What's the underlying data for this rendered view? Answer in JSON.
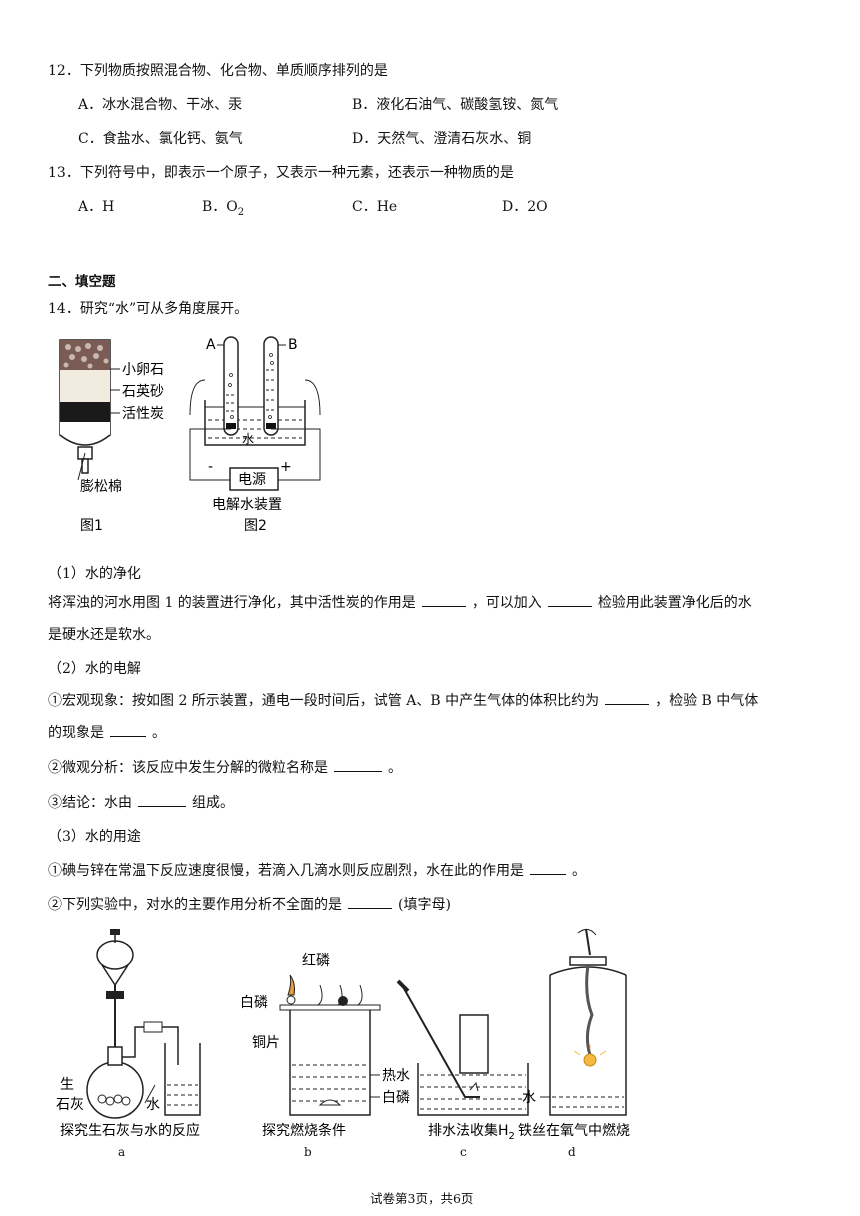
{
  "q12": {
    "stem": "12．下列物质按照混合物、化合物、单质顺序排列的是",
    "A": "A．冰水混合物、干冰、汞",
    "B": "B．液化石油气、碳酸氢铵、氮气",
    "C": "C．食盐水、氯化钙、氨气",
    "D": "D．天然气、澄清石灰水、铜"
  },
  "q13": {
    "stem": "13．下列符号中，即表示一个原子，又表示一种元素，还表示一种物质的是",
    "A": "A．H",
    "B_pre": "B．O",
    "B_sub": "2",
    "C": "C．He",
    "D": "D．2O"
  },
  "section2": "二、填空题",
  "q14": {
    "stem": "14．研究“水”可从多角度展开。",
    "fig1": {
      "labels": [
        "小卵石",
        "石英砂",
        "活性炭",
        "膨松棉"
      ],
      "caption": "图1"
    },
    "fig2": {
      "label_a": "A",
      "label_b": "B",
      "water": "水",
      "minus": "-",
      "plus": "+",
      "power": "电源",
      "name": "电解水装置",
      "caption": "图2"
    },
    "p1_title": "（1）水的净化",
    "p1_l1a": "将浑浊的河水用图 1 的装置进行净化，其中活性炭的作用是",
    "p1_l1b": "，可以加入",
    "p1_l1c": "检验用此装置净化后的水",
    "p1_l2": "是硬水还是软水。",
    "p2_title": "（2）水的电解",
    "p2_l1a": "①宏观现象：按如图 2 所示装置，通电一段时间后，试管 A、B 中产生气体的体积比约为",
    "p2_l1b": "，检验 B 中气体",
    "p2_l2a": "的现象是",
    "p2_l2b": "。",
    "p2_l3a": "②微观分析：该反应中发生分解的微粒名称是",
    "p2_l3b": "。",
    "p2_l4a": "③结论：水由",
    "p2_l4b": "组成。",
    "p3_title": "（3）水的用途",
    "p3_l1a": "①碘与锌在常温下反应速度很慢，若滴入几滴水则反应剧烈，水在此的作用是",
    "p3_l1b": "。",
    "p3_l2a": "②下列实验中，对水的主要作用分析不全面的是",
    "p3_l2b": "(填字母)"
  },
  "experiments": {
    "a": {
      "labels": [
        "生",
        "石灰",
        "水"
      ],
      "title": "探究生石灰与水的反应",
      "letter": "a"
    },
    "b": {
      "labels": [
        "红磷",
        "白磷",
        "铜片",
        "热水",
        "白磷"
      ],
      "title": "探究燃烧条件",
      "letter": "b"
    },
    "c": {
      "title_pre": "排水法收集H",
      "title_sub": "2",
      "letter": "c"
    },
    "d": {
      "labels": [
        "水"
      ],
      "title": "铁丝在氧气中燃烧",
      "letter": "d"
    }
  },
  "footer": "试卷第3页，共6页"
}
